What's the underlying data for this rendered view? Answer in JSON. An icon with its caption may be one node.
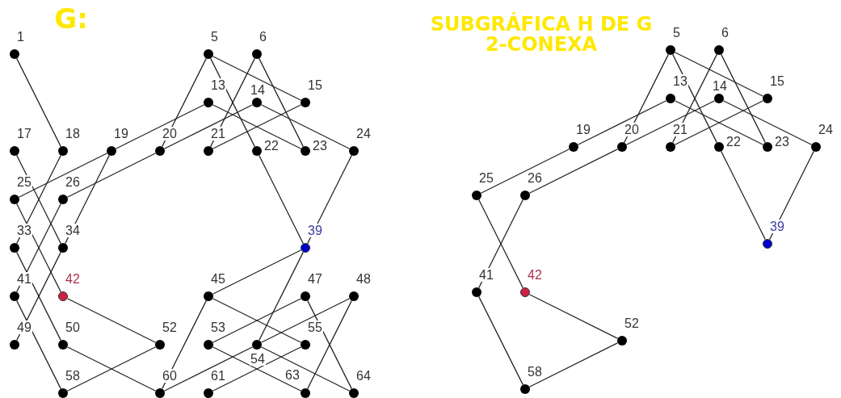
{
  "diagram": {
    "nodes": [
      {
        "text": [
          "1"
        ]
      },
      {
        "text": [
          "5"
        ]
      },
      {
        "text": [
          "6"
        ]
      },
      {
        "text": [
          "13"
        ]
      },
      {
        "text": [
          "14"
        ]
      },
      {
        "text": [
          "15"
        ]
      },
      {
        "text": [
          "17"
        ]
      },
      {
        "text": [
          "18"
        ]
      },
      {
        "text": [
          "19"
        ]
      },
      {
        "text": [
          "20"
        ]
      },
      {
        "text": [
          "21"
        ]
      },
      {
        "text": [
          "22"
        ]
      },
      {
        "text": [
          "23"
        ]
      },
      {
        "text": [
          "24"
        ]
      },
      {
        "text": [
          "25"
        ]
      },
      {
        "text": [
          "26"
        ]
      },
      {
        "text": [
          "33"
        ]
      },
      {
        "text": [
          "34"
        ]
      },
      {
        "text": [
          "39"
        ]
      },
      {
        "text": [
          "41"
        ]
      },
      {
        "text": [
          "42"
        ]
      },
      {
        "text": [
          "45"
        ]
      },
      {
        "text": [
          "47"
        ]
      },
      {
        "text": [
          "48"
        ]
      },
      {
        "text": [
          "49"
        ]
      },
      {
        "text": [
          "50"
        ]
      },
      {
        "text": [
          "52"
        ]
      },
      {
        "text": [
          "53"
        ]
      },
      {
        "text": [
          "54"
        ]
      },
      {
        "text": [
          "55"
        ]
      },
      {
        "text": [
          "58"
        ]
      },
      {
        "text": [
          "60"
        ]
      },
      {
        "text": [
          "61"
        ]
      },
      {
        "text": [
          "63"
        ]
      },
      {
        "text": [
          "64"
        ]
      },
      {
        "text": [
          "5"
        ]
      },
      {
        "text": [
          "6"
        ]
      },
      {
        "text": [
          "13"
        ]
      },
      {
        "text": [
          "14"
        ]
      },
      {
        "text": [
          "15"
        ]
      },
      {
        "text": [
          "19"
        ]
      },
      {
        "text": [
          "20"
        ]
      },
      {
        "text": [
          "21"
        ]
      },
      {
        "text": [
          "22"
        ]
      },
      {
        "text": [
          "23"
        ]
      },
      {
        "text": [
          "24"
        ]
      },
      {
        "text": [
          "25"
        ]
      },
      {
        "text": [
          "26"
        ]
      },
      {
        "text": [
          "39"
        ]
      },
      {
        "text": [
          "41"
        ]
      },
      {
        "text": [
          "42"
        ]
      },
      {
        "text": [
          "52"
        ]
      },
      {
        "text": [
          "58"
        ]
      }
    ],
    "edges": [
      {
        "from": 0,
        "to": 7,
        "arrow": "none"
      },
      {
        "from": 1,
        "to": 9,
        "arrow": "none"
      },
      {
        "from": 1,
        "to": 11,
        "arrow": "none"
      },
      {
        "from": 1,
        "to": 5,
        "arrow": "none"
      },
      {
        "from": 2,
        "to": 10,
        "arrow": "none"
      },
      {
        "from": 2,
        "to": 12,
        "arrow": "none"
      },
      {
        "from": 3,
        "to": 8,
        "arrow": "none"
      },
      {
        "from": 3,
        "to": 12,
        "arrow": "none"
      },
      {
        "from": 4,
        "to": 9,
        "arrow": "none"
      },
      {
        "from": 4,
        "to": 13,
        "arrow": "none"
      },
      {
        "from": 5,
        "to": 10,
        "arrow": "none"
      },
      {
        "from": 6,
        "to": 17,
        "arrow": "none"
      },
      {
        "from": 7,
        "to": 16,
        "arrow": "none"
      },
      {
        "from": 8,
        "to": 14,
        "arrow": "none"
      },
      {
        "from": 8,
        "to": 17,
        "arrow": "none"
      },
      {
        "from": 9,
        "to": 15,
        "arrow": "none"
      },
      {
        "from": 11,
        "to": 18,
        "arrow": "none"
      },
      {
        "from": 13,
        "to": 18,
        "arrow": "none"
      },
      {
        "from": 14,
        "to": 20,
        "arrow": "none"
      },
      {
        "from": 15,
        "to": 19,
        "arrow": "none"
      },
      {
        "from": 16,
        "to": 25,
        "arrow": "none"
      },
      {
        "from": 17,
        "to": 24,
        "arrow": "none"
      },
      {
        "from": 18,
        "to": 21,
        "arrow": "none"
      },
      {
        "from": 18,
        "to": 28,
        "arrow": "none"
      },
      {
        "from": 19,
        "to": 30,
        "arrow": "none"
      },
      {
        "from": 20,
        "to": 26,
        "arrow": "none"
      },
      {
        "from": 21,
        "to": 31,
        "arrow": "none"
      },
      {
        "from": 21,
        "to": 29,
        "arrow": "none"
      },
      {
        "from": 22,
        "to": 27,
        "arrow": "none"
      },
      {
        "from": 22,
        "to": 34,
        "arrow": "none"
      },
      {
        "from": 23,
        "to": 28,
        "arrow": "none"
      },
      {
        "from": 23,
        "to": 33,
        "arrow": "none"
      },
      {
        "from": 25,
        "to": 31,
        "arrow": "none"
      },
      {
        "from": 26,
        "to": 30,
        "arrow": "none"
      },
      {
        "from": 27,
        "to": 33,
        "arrow": "none"
      },
      {
        "from": 28,
        "to": 31,
        "arrow": "none"
      },
      {
        "from": 28,
        "to": 34,
        "arrow": "none"
      },
      {
        "from": 29,
        "to": 32,
        "arrow": "none"
      },
      {
        "from": 35,
        "to": 41,
        "arrow": "none"
      },
      {
        "from": 35,
        "to": 43,
        "arrow": "none"
      },
      {
        "from": 35,
        "to": 39,
        "arrow": "none"
      },
      {
        "from": 36,
        "to": 42,
        "arrow": "none"
      },
      {
        "from": 36,
        "to": 44,
        "arrow": "none"
      },
      {
        "from": 37,
        "to": 40,
        "arrow": "none"
      },
      {
        "from": 37,
        "to": 44,
        "arrow": "none"
      },
      {
        "from": 38,
        "to": 41,
        "arrow": "none"
      },
      {
        "from": 38,
        "to": 45,
        "arrow": "none"
      },
      {
        "from": 39,
        "to": 42,
        "arrow": "none"
      },
      {
        "from": 40,
        "to": 46,
        "arrow": "none"
      },
      {
        "from": 41,
        "to": 47,
        "arrow": "none"
      },
      {
        "from": 43,
        "to": 48,
        "arrow": "none"
      },
      {
        "from": 45,
        "to": 48,
        "arrow": "none"
      },
      {
        "from": 46,
        "to": 50,
        "arrow": "none"
      },
      {
        "from": 47,
        "to": 49,
        "arrow": "none"
      },
      {
        "from": 49,
        "to": 52,
        "arrow": "none"
      },
      {
        "from": 50,
        "to": 51,
        "arrow": "none"
      },
      {
        "from": 51,
        "to": 52,
        "arrow": "none"
      }
    ],
    "labels": [
      "G:",
      "SUBGRÁFICA H DE G 2-CONEXA"
    ]
  }
}
